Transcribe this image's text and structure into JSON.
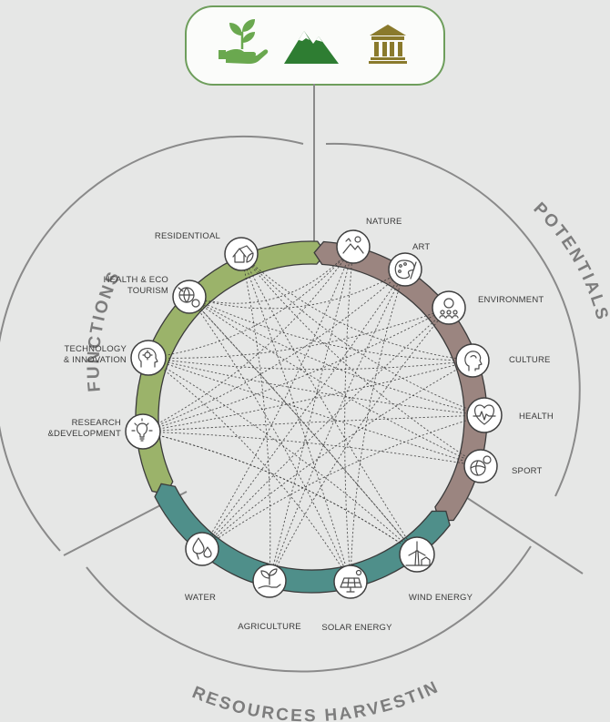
{
  "top_icons": [
    {
      "name": "hand-plant-icon",
      "color": "#6aa84f"
    },
    {
      "name": "mountain-icon",
      "color": "#2e7d32"
    },
    {
      "name": "museum-icon",
      "color": "#8a7a2c"
    }
  ],
  "sections": {
    "functions": {
      "label": "FUNCTIONS",
      "color": "#9bb36a"
    },
    "potentials": {
      "label": "POTENTIALS",
      "color": "#9b8580"
    },
    "resources": {
      "label": "RESOURCES HARVESTING",
      "color": "#4f8f8a"
    }
  },
  "nodes": {
    "residential": {
      "label": "RESIDENTIOAL",
      "icon": "house-leaf-icon"
    },
    "health_eco_tourism": {
      "label_lines": [
        "HEALTH & ECO",
        "TOURISM"
      ],
      "icon": "eco-tourism-icon"
    },
    "technology_innovation": {
      "label_lines": [
        "TECHNOLOGY",
        "& INNOVATION"
      ],
      "icon": "tech-head-icon"
    },
    "research_development": {
      "label_lines": [
        "RESEARCH",
        "&DEVELOPMENT"
      ],
      "icon": "lightbulb-head-icon"
    },
    "nature": {
      "label": "NATURE",
      "icon": "nature-icon"
    },
    "art": {
      "label": "ART",
      "icon": "palette-icon"
    },
    "environment": {
      "label": "ENVIRONMENT",
      "icon": "people-planet-icon"
    },
    "culture": {
      "label": "CULTURE",
      "icon": "head-profile-icon"
    },
    "health": {
      "label": "HEALTH",
      "icon": "heartbeat-icon"
    },
    "sport": {
      "label": "SPORT",
      "icon": "sport-balls-icon"
    },
    "water": {
      "label": "WATER",
      "icon": "water-drops-icon"
    },
    "agriculture": {
      "label": "AGRICULTURE",
      "icon": "sprout-hand-icon"
    },
    "solar_energy": {
      "label": "SOLAR ENERGY",
      "icon": "solar-panel-icon"
    },
    "wind_energy": {
      "label": "WIND ENERGY",
      "icon": "wind-turbine-icon"
    }
  },
  "connections": [
    [
      "residential",
      "culture"
    ],
    [
      "residential",
      "health"
    ],
    [
      "residential",
      "sport"
    ],
    [
      "residential",
      "solar_energy"
    ],
    [
      "residential",
      "wind_energy"
    ],
    [
      "residential",
      "agriculture"
    ],
    [
      "health_eco_tourism",
      "nature"
    ],
    [
      "health_eco_tourism",
      "art"
    ],
    [
      "health_eco_tourism",
      "culture"
    ],
    [
      "health_eco_tourism",
      "health"
    ],
    [
      "health_eco_tourism",
      "sport"
    ],
    [
      "health_eco_tourism",
      "wind_energy"
    ],
    [
      "health_eco_tourism",
      "solar_energy"
    ],
    [
      "technology_innovation",
      "nature"
    ],
    [
      "technology_innovation",
      "environment"
    ],
    [
      "technology_innovation",
      "culture"
    ],
    [
      "technology_innovation",
      "health"
    ],
    [
      "technology_innovation",
      "sport"
    ],
    [
      "technology_innovation",
      "wind_energy"
    ],
    [
      "technology_innovation",
      "solar_energy"
    ],
    [
      "research_development",
      "nature"
    ],
    [
      "research_development",
      "art"
    ],
    [
      "research_development",
      "environment"
    ],
    [
      "research_development",
      "culture"
    ],
    [
      "research_development",
      "health"
    ],
    [
      "research_development",
      "sport"
    ],
    [
      "research_development",
      "wind_energy"
    ],
    [
      "water",
      "nature"
    ],
    [
      "water",
      "art"
    ],
    [
      "water",
      "environment"
    ],
    [
      "water",
      "culture"
    ],
    [
      "water",
      "health"
    ],
    [
      "agriculture",
      "nature"
    ],
    [
      "agriculture",
      "art"
    ],
    [
      "agriculture",
      "environment"
    ],
    [
      "solar_energy",
      "nature"
    ],
    [
      "solar_energy",
      "art"
    ],
    [
      "wind_energy",
      "health_eco_tourism"
    ],
    [
      "wind_energy",
      "research_development"
    ]
  ]
}
